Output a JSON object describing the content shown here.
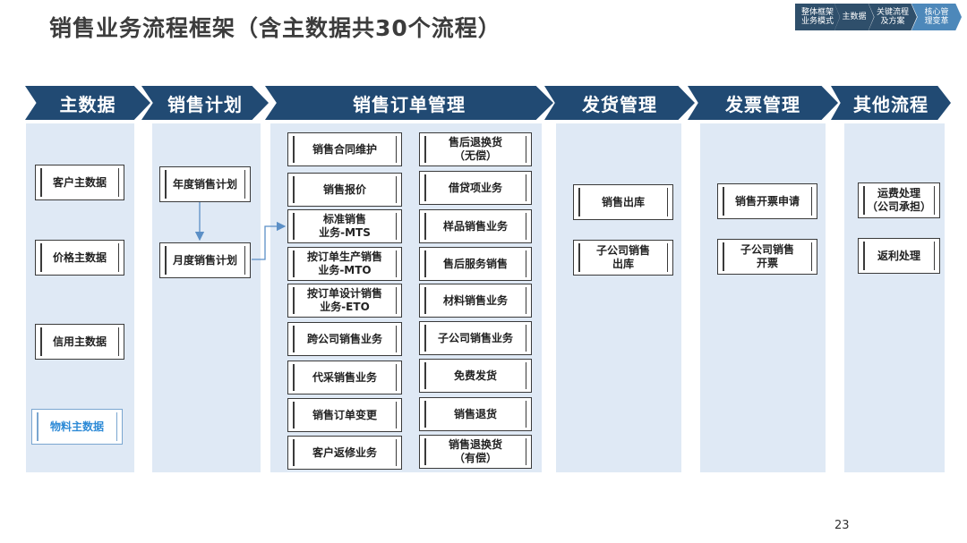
{
  "title": "销售业务流程框架（含主数据共30个流程）",
  "nav_steps": [
    {
      "label": "整体框架\n业务模式"
    },
    {
      "label": "主数据"
    },
    {
      "label": "关键流程\n及方案"
    },
    {
      "label": "核心管\n理变革"
    }
  ],
  "columns": {
    "master": {
      "header": "主数据",
      "items": [
        {
          "label": "客户主数据"
        },
        {
          "label": "价格主数据"
        },
        {
          "label": "信用主数据"
        },
        {
          "label": "物料主数据"
        }
      ]
    },
    "plan": {
      "header": "销售计划",
      "items": [
        {
          "label": "年度销售计划"
        },
        {
          "label": "月度销售计划"
        }
      ]
    },
    "order": {
      "header": "销售订单管理",
      "left_items": [
        {
          "label": "销售合同维护"
        },
        {
          "label": "销售报价"
        },
        {
          "label": "标准销售\n业务-MTS"
        },
        {
          "label": "按订单生产销售\n业务-MTO"
        },
        {
          "label": "按订单设计销售\n业务-ETO"
        },
        {
          "label": "跨公司销售业务"
        },
        {
          "label": "代采销售业务"
        },
        {
          "label": "销售订单变更"
        },
        {
          "label": "客户返修业务"
        }
      ],
      "right_items": [
        {
          "label": "售后退换货\n（无偿）"
        },
        {
          "label": "借贷项业务"
        },
        {
          "label": "样品销售业务"
        },
        {
          "label": "售后服务销售"
        },
        {
          "label": "材料销售业务"
        },
        {
          "label": "子公司销售业务"
        },
        {
          "label": "免费发货"
        },
        {
          "label": "销售退货"
        },
        {
          "label": "销售退换货\n（有偿）"
        }
      ]
    },
    "delivery": {
      "header": "发货管理",
      "items": [
        {
          "label": "销售出库"
        },
        {
          "label": "子公司销售\n出库"
        }
      ]
    },
    "invoice": {
      "header": "发票管理",
      "items": [
        {
          "label": "销售开票申请"
        },
        {
          "label": "子公司销售\n开票"
        }
      ]
    },
    "other": {
      "header": "其他流程",
      "items": [
        {
          "label": "运费处理\n（公司承担）"
        },
        {
          "label": "返利处理"
        }
      ]
    }
  },
  "page_number": "23",
  "colors": {
    "header_bg": "#214a73",
    "column_bg": "#dfe9f5",
    "highlight_text": "#2d8ad6",
    "arrow": "#5b8fc6"
  }
}
